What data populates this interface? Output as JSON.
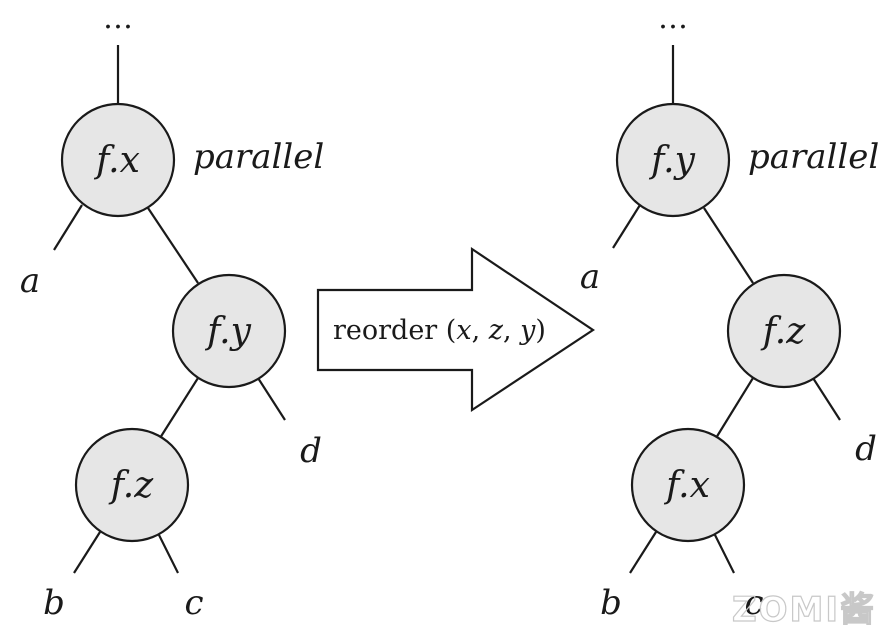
{
  "left_tree": {
    "top": "…",
    "root": "f.x",
    "root_note": "parallel",
    "middle": "f.y",
    "bottom": "f.z",
    "leaf_a": "a",
    "leaf_d": "d",
    "leaf_b": "b",
    "leaf_c": "c"
  },
  "arrow": {
    "prefix": "reorder (",
    "x": "x",
    "sep1": ", ",
    "z": "z",
    "sep2": ", ",
    "y": "y",
    "suffix": ")"
  },
  "right_tree": {
    "top": "…",
    "root": "f.y",
    "root_note": "parallel",
    "middle": "f.z",
    "bottom": "f.x",
    "leaf_a": "a",
    "leaf_d": "d",
    "leaf_b": "b",
    "leaf_c": "c"
  },
  "watermark": "ZOMI酱"
}
